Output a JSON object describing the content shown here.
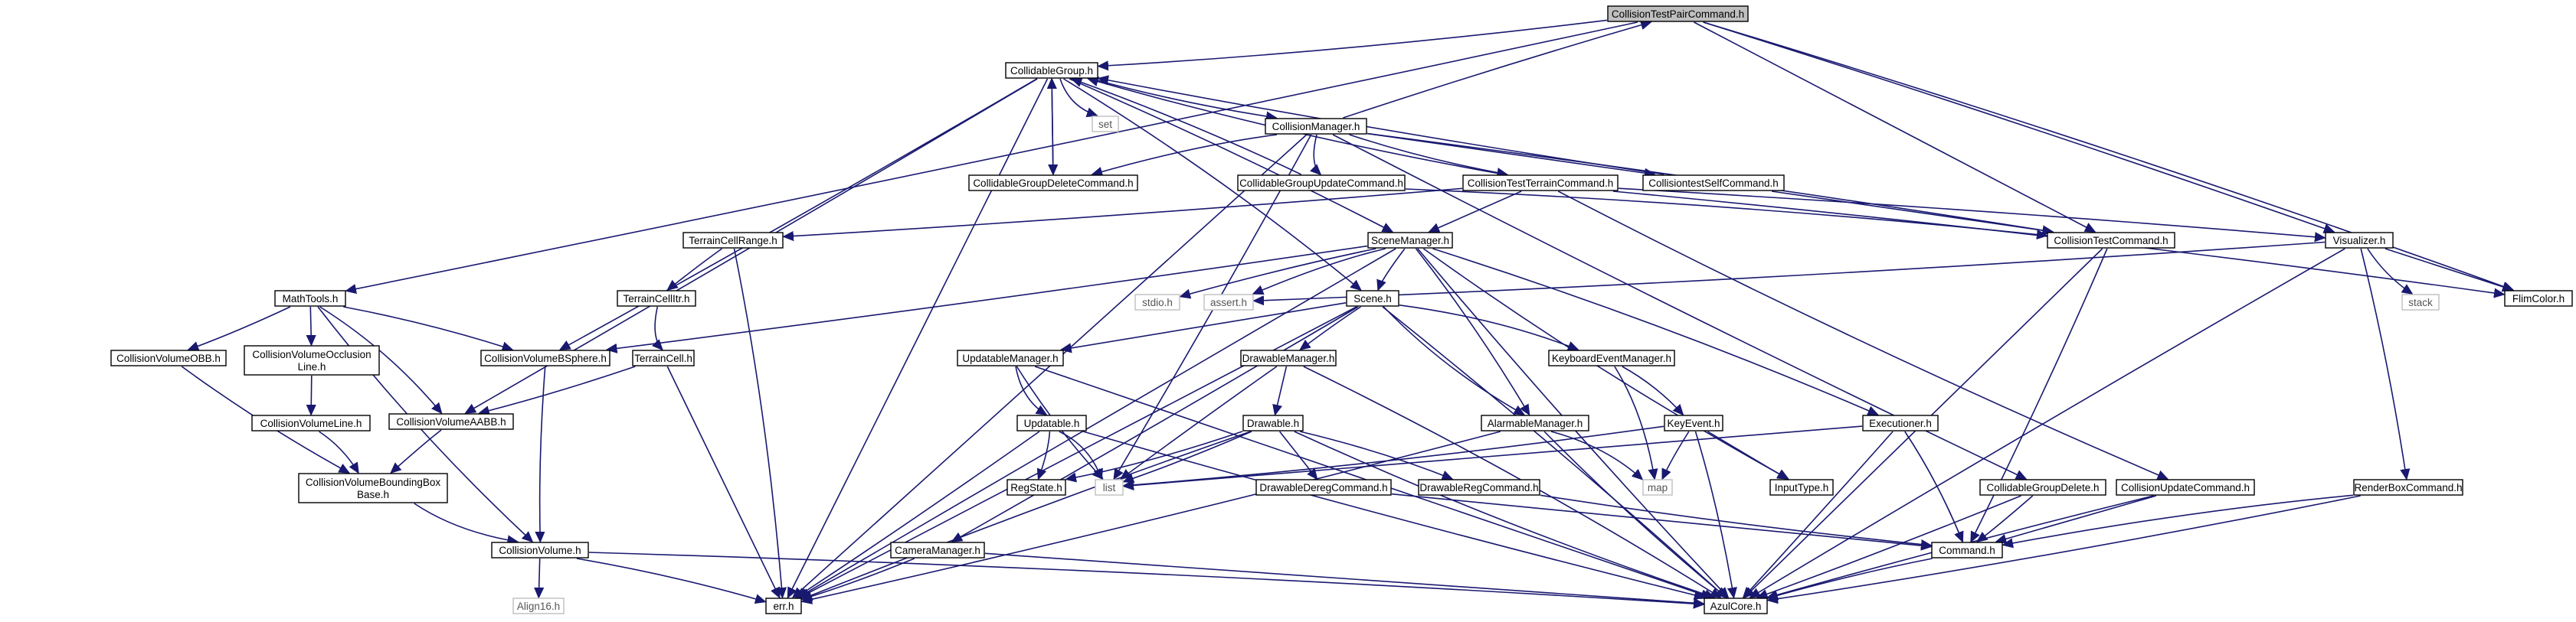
{
  "nodes": [
    {
      "id": "CollisionTestPairCommand_h",
      "label": "CollisionTestPairCommand.h",
      "root": true
    },
    {
      "id": "CollidableGroup_h",
      "label": "CollidableGroup.h"
    },
    {
      "id": "set",
      "label": "set",
      "system": true
    },
    {
      "id": "CollisionManager_h",
      "label": "CollisionManager.h"
    },
    {
      "id": "CollidableGroupDeleteCommand_h",
      "label": "CollidableGroupDeleteCommand.h"
    },
    {
      "id": "CollidableGroupUpdateCommand_h",
      "label": "CollidableGroupUpdateCommand.h"
    },
    {
      "id": "CollisionTestTerrainCommand_h",
      "label": "CollisionTestTerrainCommand.h"
    },
    {
      "id": "CollisiontestSelfCommand_h",
      "label": "CollisiontestSelfCommand.h"
    },
    {
      "id": "TerrainCellRange_h",
      "label": "TerrainCellRange.h"
    },
    {
      "id": "SceneManager_h",
      "label": "SceneManager.h"
    },
    {
      "id": "CollisionTestCommand_h",
      "label": "CollisionTestCommand.h"
    },
    {
      "id": "Visualizer_h",
      "label": "Visualizer.h"
    },
    {
      "id": "MathTools_h",
      "label": "MathTools.h"
    },
    {
      "id": "TerrainCellItr_h",
      "label": "TerrainCellItr.h"
    },
    {
      "id": "stdio_h",
      "label": "stdio.h",
      "system": true
    },
    {
      "id": "assert_h",
      "label": "assert.h",
      "system": true
    },
    {
      "id": "Scene_h",
      "label": "Scene.h"
    },
    {
      "id": "stack",
      "label": "stack",
      "system": true
    },
    {
      "id": "FlimColor_h",
      "label": "FlimColor.h"
    },
    {
      "id": "CollisionVolumeOBB_h",
      "label": "CollisionVolumeOBB.h"
    },
    {
      "id": "CollisionVolumeOcclusionLine_h",
      "label": "CollisionVolumeOcclusion\nLine.h"
    },
    {
      "id": "CollisionVolumeBSphere_h",
      "label": "CollisionVolumeBSphere.h"
    },
    {
      "id": "TerrainCell_h",
      "label": "TerrainCell.h"
    },
    {
      "id": "UpdatableManager_h",
      "label": "UpdatableManager.h"
    },
    {
      "id": "DrawableManager_h",
      "label": "DrawableManager.h"
    },
    {
      "id": "KeyboardEventManager_h",
      "label": "KeyboardEventManager.h"
    },
    {
      "id": "CollisionVolumeLine_h",
      "label": "CollisionVolumeLine.h"
    },
    {
      "id": "CollisionVolumeAABB_h",
      "label": "CollisionVolumeAABB.h"
    },
    {
      "id": "Updatable_h",
      "label": "Updatable.h"
    },
    {
      "id": "Drawable_h",
      "label": "Drawable.h"
    },
    {
      "id": "AlarmableManager_h",
      "label": "AlarmableManager.h"
    },
    {
      "id": "KeyEvent_h",
      "label": "KeyEvent.h"
    },
    {
      "id": "Executioner_h",
      "label": "Executioner.h"
    },
    {
      "id": "CollisionVolumeBoundingBoxBase_h",
      "label": "CollisionVolumeBoundingBox\nBase.h"
    },
    {
      "id": "RegState_h",
      "label": "RegState.h"
    },
    {
      "id": "list",
      "label": "list",
      "system": true
    },
    {
      "id": "DrawableDeregCommand_h",
      "label": "DrawableDeregCommand.h"
    },
    {
      "id": "DrawableRegCommand_h",
      "label": "DrawableRegCommand.h"
    },
    {
      "id": "map",
      "label": "map",
      "system": true
    },
    {
      "id": "InputType_h",
      "label": "InputType.h"
    },
    {
      "id": "CollidableGroupDelete_h",
      "label": "CollidableGroupDelete.h"
    },
    {
      "id": "CollisionUpdateCommand_h",
      "label": "CollisionUpdateCommand.h"
    },
    {
      "id": "RenderBoxCommand_h",
      "label": "RenderBoxCommand.h"
    },
    {
      "id": "CameraManager_h",
      "label": "CameraManager.h"
    },
    {
      "id": "CollisionVolume_h",
      "label": "CollisionVolume.h"
    },
    {
      "id": "Command_h",
      "label": "Command.h"
    },
    {
      "id": "Align16_h",
      "label": "Align16.h",
      "system": true
    },
    {
      "id": "err_h",
      "label": "err.h"
    },
    {
      "id": "AzulCore_h",
      "label": "AzulCore.h"
    }
  ],
  "edges": [
    [
      "CollisionTestPairCommand_h",
      "CollidableGroup_h"
    ],
    [
      "CollisionTestPairCommand_h",
      "MathTools_h"
    ],
    [
      "CollisionTestPairCommand_h",
      "CollisionTestCommand_h"
    ],
    [
      "CollisionTestPairCommand_h",
      "Visualizer_h"
    ],
    [
      "CollisionTestPairCommand_h",
      "FlimColor_h"
    ],
    [
      "CollidableGroup_h",
      "set"
    ],
    [
      "CollidableGroup_h",
      "CollisionManager_h"
    ],
    [
      "CollidableGroup_h",
      "CollidableGroupDeleteCommand_h"
    ],
    [
      "CollidableGroup_h",
      "SceneManager_h"
    ],
    [
      "CollidableGroup_h",
      "Scene_h"
    ],
    [
      "CollidableGroup_h",
      "CollisionVolumeBSphere_h"
    ],
    [
      "CollidableGroup_h",
      "CollisionVolumeAABB_h"
    ],
    [
      "CollidableGroup_h",
      "err_h"
    ],
    [
      "CollisionManager_h",
      "CollisionTestPairCommand_h"
    ],
    [
      "CollisionManager_h",
      "CollidableGroupDeleteCommand_h"
    ],
    [
      "CollisionManager_h",
      "CollidableGroupUpdateCommand_h"
    ],
    [
      "CollisionManager_h",
      "CollisionTestTerrainCommand_h"
    ],
    [
      "CollisionManager_h",
      "CollisiontestSelfCommand_h"
    ],
    [
      "CollisionManager_h",
      "CollisionTestCommand_h"
    ],
    [
      "CollisionManager_h",
      "list"
    ],
    [
      "CollisionManager_h",
      "err_h"
    ],
    [
      "CollisionManager_h",
      "CollidableGroupDelete_h"
    ],
    [
      "CollidableGroupDeleteCommand_h",
      "CollidableGroup_h"
    ],
    [
      "CollidableGroupUpdateCommand_h",
      "CollidableGroup_h"
    ],
    [
      "CollidableGroupUpdateCommand_h",
      "CollisionTestCommand_h"
    ],
    [
      "CollisionTestTerrainCommand_h",
      "CollidableGroup_h"
    ],
    [
      "CollisionTestTerrainCommand_h",
      "TerrainCellRange_h"
    ],
    [
      "CollisionTestTerrainCommand_h",
      "SceneManager_h"
    ],
    [
      "CollisionTestTerrainCommand_h",
      "Visualizer_h"
    ],
    [
      "CollisionTestTerrainCommand_h",
      "FlimColor_h"
    ],
    [
      "CollisionTestTerrainCommand_h",
      "CollisionUpdateCommand_h"
    ],
    [
      "CollisiontestSelfCommand_h",
      "CollidableGroup_h"
    ],
    [
      "CollisiontestSelfCommand_h",
      "CollisionTestCommand_h"
    ],
    [
      "TerrainCellRange_h",
      "TerrainCellItr_h"
    ],
    [
      "TerrainCellRange_h",
      "err_h"
    ],
    [
      "TerrainCellItr_h",
      "TerrainCell_h"
    ],
    [
      "TerrainCell_h",
      "CollisionVolumeAABB_h"
    ],
    [
      "TerrainCell_h",
      "err_h"
    ],
    [
      "SceneManager_h",
      "stdio_h"
    ],
    [
      "SceneManager_h",
      "assert_h"
    ],
    [
      "SceneManager_h",
      "Scene_h"
    ],
    [
      "SceneManager_h",
      "CollisionVolumeBSphere_h"
    ],
    [
      "SceneManager_h",
      "err_h"
    ],
    [
      "SceneManager_h",
      "AlarmableManager_h"
    ],
    [
      "SceneManager_h",
      "Executioner_h"
    ],
    [
      "SceneManager_h",
      "InputType_h"
    ],
    [
      "SceneManager_h",
      "AzulCore_h"
    ],
    [
      "Scene_h",
      "UpdatableManager_h"
    ],
    [
      "Scene_h",
      "DrawableManager_h"
    ],
    [
      "Scene_h",
      "KeyboardEventManager_h"
    ],
    [
      "Scene_h",
      "AlarmableManager_h"
    ],
    [
      "Scene_h",
      "CameraManager_h"
    ],
    [
      "Scene_h",
      "err_h"
    ],
    [
      "Scene_h",
      "AzulCore_h"
    ],
    [
      "CollisionTestCommand_h",
      "Command_h"
    ],
    [
      "CollisionTestCommand_h",
      "AzulCore_h"
    ],
    [
      "Visualizer_h",
      "stack"
    ],
    [
      "Visualizer_h",
      "FlimColor_h"
    ],
    [
      "Visualizer_h",
      "RenderBoxCommand_h"
    ],
    [
      "Visualizer_h",
      "AzulCore_h"
    ],
    [
      "Visualizer_h",
      "assert_h"
    ],
    [
      "MathTools_h",
      "CollisionVolumeOBB_h"
    ],
    [
      "MathTools_h",
      "CollisionVolumeOcclusionLine_h"
    ],
    [
      "MathTools_h",
      "CollisionVolumeBSphere_h"
    ],
    [
      "MathTools_h",
      "CollisionVolumeAABB_h"
    ],
    [
      "MathTools_h",
      "CollisionVolume_h"
    ],
    [
      "CollisionVolumeOBB_h",
      "CollisionVolumeBoundingBoxBase_h"
    ],
    [
      "CollisionVolumeOcclusionLine_h",
      "CollisionVolumeLine_h"
    ],
    [
      "CollisionVolumeLine_h",
      "CollisionVolumeBoundingBoxBase_h"
    ],
    [
      "CollisionVolumeAABB_h",
      "CollisionVolumeBoundingBoxBase_h"
    ],
    [
      "CollisionVolumeBoundingBoxBase_h",
      "CollisionVolume_h"
    ],
    [
      "CollisionVolumeBSphere_h",
      "CollisionVolume_h"
    ],
    [
      "CollisionVolume_h",
      "Align16_h"
    ],
    [
      "CollisionVolume_h",
      "err_h"
    ],
    [
      "CollisionVolume_h",
      "AzulCore_h"
    ],
    [
      "UpdatableManager_h",
      "Updatable_h"
    ],
    [
      "UpdatableManager_h",
      "list"
    ],
    [
      "UpdatableManager_h",
      "AzulCore_h"
    ],
    [
      "Updatable_h",
      "RegState_h"
    ],
    [
      "Updatable_h",
      "list"
    ],
    [
      "Updatable_h",
      "err_h"
    ],
    [
      "Updatable_h",
      "AzulCore_h"
    ],
    [
      "DrawableManager_h",
      "Drawable_h"
    ],
    [
      "DrawableManager_h",
      "list"
    ],
    [
      "DrawableManager_h",
      "AzulCore_h"
    ],
    [
      "Drawable_h",
      "RegState_h"
    ],
    [
      "Drawable_h",
      "list"
    ],
    [
      "Drawable_h",
      "DrawableDeregCommand_h"
    ],
    [
      "Drawable_h",
      "DrawableRegCommand_h"
    ],
    [
      "Drawable_h",
      "err_h"
    ],
    [
      "Drawable_h",
      "AzulCore_h"
    ],
    [
      "DrawableRegCommand_h",
      "Command_h"
    ],
    [
      "DrawableDeregCommand_h",
      "Command_h"
    ],
    [
      "KeyboardEventManager_h",
      "KeyEvent_h"
    ],
    [
      "KeyboardEventManager_h",
      "map"
    ],
    [
      "KeyEvent_h",
      "list"
    ],
    [
      "KeyEvent_h",
      "map"
    ],
    [
      "KeyEvent_h",
      "InputType_h"
    ],
    [
      "KeyEvent_h",
      "AzulCore_h"
    ],
    [
      "AlarmableManager_h",
      "map"
    ],
    [
      "AlarmableManager_h",
      "err_h"
    ],
    [
      "AlarmableManager_h",
      "AzulCore_h"
    ],
    [
      "Executioner_h",
      "list"
    ],
    [
      "Executioner_h",
      "Command_h"
    ],
    [
      "Executioner_h",
      "AzulCore_h"
    ],
    [
      "CollidableGroupDelete_h",
      "Command_h"
    ],
    [
      "CollidableGroupDelete_h",
      "AzulCore_h"
    ],
    [
      "CollisionUpdateCommand_h",
      "Command_h"
    ],
    [
      "CollisionUpdateCommand_h",
      "AzulCore_h"
    ],
    [
      "RenderBoxCommand_h",
      "Command_h"
    ],
    [
      "RenderBoxCommand_h",
      "AzulCore_h"
    ],
    [
      "CameraManager_h",
      "err_h"
    ],
    [
      "CameraManager_h",
      "AzulCore_h"
    ],
    [
      "Command_h",
      "AzulCore_h"
    ]
  ]
}
